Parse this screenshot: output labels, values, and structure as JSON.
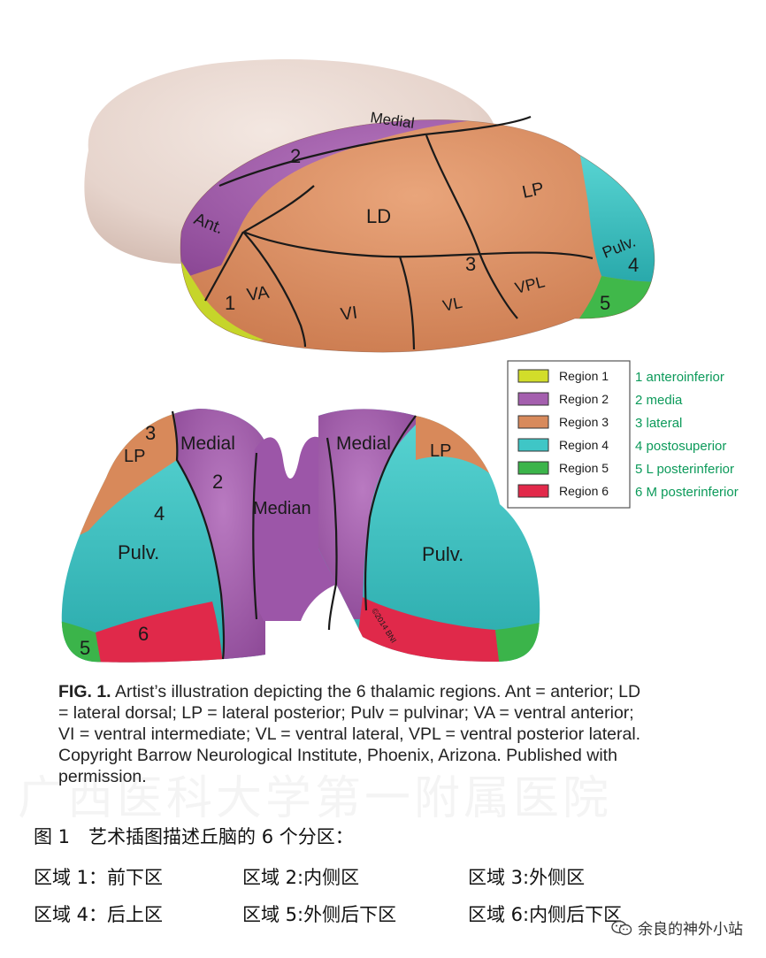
{
  "top_view": {
    "labels": {
      "medial": "Medial",
      "two": "2",
      "ant": "Ant.",
      "ld": "LD",
      "lp": "LP",
      "pulv": "Pulv.",
      "four": "4",
      "three": "3",
      "va": "VA",
      "one": "1",
      "vi": "VI",
      "vl": "VL",
      "vpl": "VPL",
      "five": "5"
    }
  },
  "bottom_view": {
    "labels": {
      "three": "3",
      "lp_left": "LP",
      "medial_left": "Medial",
      "two": "2",
      "four": "4",
      "pulv_left": "Pulv.",
      "median": "Median",
      "medial_right": "Medial",
      "lp_right": "LP",
      "pulv_right": "Pulv.",
      "five": "5",
      "six": "6",
      "copyright": "©2014 BNI"
    }
  },
  "legend": {
    "items": [
      {
        "label": "Region 1",
        "color": "#d2dd2a",
        "desc": "1 anteroinferior"
      },
      {
        "label": "Region 2",
        "color": "#a45fae",
        "desc": "2 media"
      },
      {
        "label": "Region 3",
        "color": "#d88a5c",
        "desc": "3 lateral"
      },
      {
        "label": "Region 4",
        "color": "#3fc6c6",
        "desc": "4 postosuperior"
      },
      {
        "label": "Region 5",
        "color": "#3bb44a",
        "desc": "5 L posterinferior"
      },
      {
        "label": "Region 6",
        "color": "#e2294a",
        "desc": "6 M posterinferior"
      }
    ]
  },
  "caption": {
    "fig_label": "FIG. 1.",
    "text": "Artist’s illustration depicting the 6 thalamic regions. Ant = anterior; LD = lateral dorsal; LP = lateral posterior; Pulv = pulvinar; VA = ventral anterior; VI = ventral intermediate; VL = ventral lateral, VPL = ventral posterior lateral. Copyright Barrow Neurological Institute, Phoenix, Arizona. Published with permission."
  },
  "watermark": "广西医科大学第一附属医院",
  "chinese": {
    "title": "图 1　艺术插图描述丘脑的 6 个分区：",
    "rows": [
      [
        "区域 1：前下区",
        "区域 2:内侧区",
        "区域 3:外侧区"
      ],
      [
        "区域 4：后上区",
        "区域 5:外侧后下区",
        "区域 6:内侧后下区"
      ]
    ]
  },
  "wechat": {
    "icon": "wechat-icon",
    "text": "余良的神外小站"
  }
}
